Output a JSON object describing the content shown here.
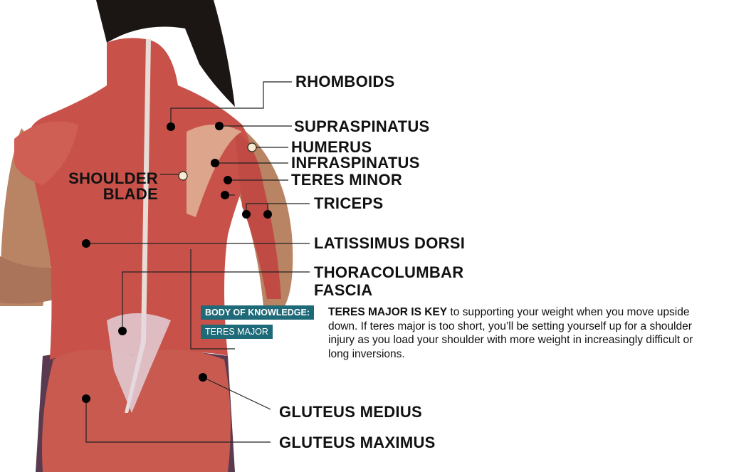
{
  "labels": {
    "rhomboids": "RHOMBOIDS",
    "supraspinatus": "SUPRASPINATUS",
    "humerus": "HUMERUS",
    "infraspinatus": "INFRASPINATUS",
    "teres_minor": "TERES MINOR",
    "shoulder_blade_1": "SHOULDER",
    "shoulder_blade_2": "BLADE",
    "triceps": "TRICEPS",
    "latissimus_dorsi": "LATISSIMUS DORSI",
    "thoracolumbar_1": "THORACOLUMBAR",
    "thoracolumbar_2": "FASCIA",
    "gluteus_medius": "GLUTEUS MEDIUS",
    "gluteus_maximus": "GLUTEUS MAXIMUS"
  },
  "callout": {
    "heading": "BODY OF KNOWLEDGE:",
    "subject": "TERES MAJOR",
    "lead": "TERES MAJOR IS KEY",
    "body": " to supporting your weight when you move upside down. If teres major is too short, you’ll be setting yourself up for a shoulder injury as you load your shoulder with more weight in increasingly difficult or long inversions."
  },
  "colors": {
    "accent": "#1f6a78",
    "muscle": "#c8524a",
    "skin": "#b07a5a",
    "pants": "#5a3a4e"
  }
}
